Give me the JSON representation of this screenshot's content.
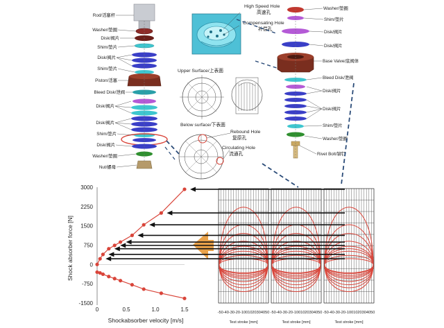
{
  "left_stack_labels": [
    "Rod/活塞杆",
    "Washer/垫圈",
    "Disk/阀片",
    "Shim/垫片",
    "Disk/阀片",
    "Shim/垫片",
    "Piston/活塞",
    "Bleed Disk/泄阀",
    "Disk/阀片",
    "Disk/阀片",
    "Shim/垫片",
    "Disk/阀片",
    "Washer/垫圈",
    "Nut/螺母"
  ],
  "right_stack_labels": [
    "Washer/垫圈",
    "Shim/垫片",
    "Disk/阀片",
    "Disk/阀片",
    "Base Valve/底阀体",
    "Bleed Disk/泄阀",
    "Disk/阀片",
    "Disk/阀片",
    "Shim/垫片",
    "Washer/垫圈",
    "Rivet Bolt/铆钉"
  ],
  "center_labels": {
    "high_speed": "High Speed Hole",
    "high_speed_cn": "高速孔",
    "compensating": "Compensating Hole",
    "compensating_cn": "补偿孔",
    "upper_surface": "Upper Surface/上表面",
    "below_surface": "Below surface/下表面",
    "rebound": "Rebound Hole",
    "rebound_cn": "复原孔",
    "circulating": "Circulating Hole",
    "circulating_cn": "流通孔"
  },
  "colors": {
    "chart_red": "#d9453a",
    "disk_blue": "#3a3fc7",
    "disk_cyan": "#3ec6cf",
    "disk_purple": "#b45ad6",
    "piston_brown": "#7a2e1f",
    "washer_green": "#2f8f2f",
    "dashed_blue": "#2a4b78",
    "arrow_orange": "#e9a24a"
  },
  "chart_data": [
    {
      "type": "scatter",
      "xlabel": "Shockabsorber velocity [m/s]",
      "ylabel": "Shock absorber force [N]",
      "x_ticks": [
        "0",
        "0.5",
        "1.0",
        "1.5"
      ],
      "y_ticks": [
        "3000",
        "2250",
        "1500",
        "750",
        "0",
        "-750",
        "-1500"
      ],
      "xlim": [
        0,
        1.5
      ],
      "ylim": [
        -1500,
        3000
      ],
      "series": [
        {
          "x": [
            0.0,
            0.05,
            0.1,
            0.2,
            0.3,
            0.4,
            0.6,
            0.8,
            1.1,
            1.5
          ],
          "y": [
            0,
            220,
            390,
            610,
            740,
            870,
            1130,
            1540,
            2000,
            2920
          ]
        },
        {
          "x": [
            0.0,
            0.05,
            0.1,
            0.2,
            0.3,
            0.4,
            0.6,
            0.8,
            1.1,
            1.5
          ],
          "y": [
            -300,
            -330,
            -380,
            -470,
            -550,
            -630,
            -790,
            -960,
            -1120,
            -1320
          ]
        }
      ]
    },
    {
      "type": "line",
      "xlabel": "Test stroke [mm]",
      "x_ticks": [
        "-50",
        "-40",
        "-30",
        "-20",
        "-10",
        "0",
        "10",
        "20",
        "30",
        "40",
        "50"
      ],
      "xlim": [
        -50,
        50
      ],
      "ylim": [
        -1500,
        3000
      ]
    },
    {
      "type": "line",
      "xlabel": "Test stroke [mm]",
      "x_ticks": [
        "-50",
        "-40",
        "-30",
        "-20",
        "-10",
        "0",
        "10",
        "20",
        "30",
        "40",
        "50"
      ],
      "xlim": [
        -50,
        50
      ],
      "ylim": [
        -1500,
        3000
      ]
    },
    {
      "type": "line",
      "xlabel": "Test stroke [mm]",
      "x_ticks": [
        "-50",
        "-40",
        "-30",
        "-20",
        "-10",
        "0",
        "10",
        "20",
        "30",
        "40",
        "50"
      ],
      "xlim": [
        -50,
        50
      ],
      "ylim": [
        -1500,
        3000
      ]
    }
  ]
}
